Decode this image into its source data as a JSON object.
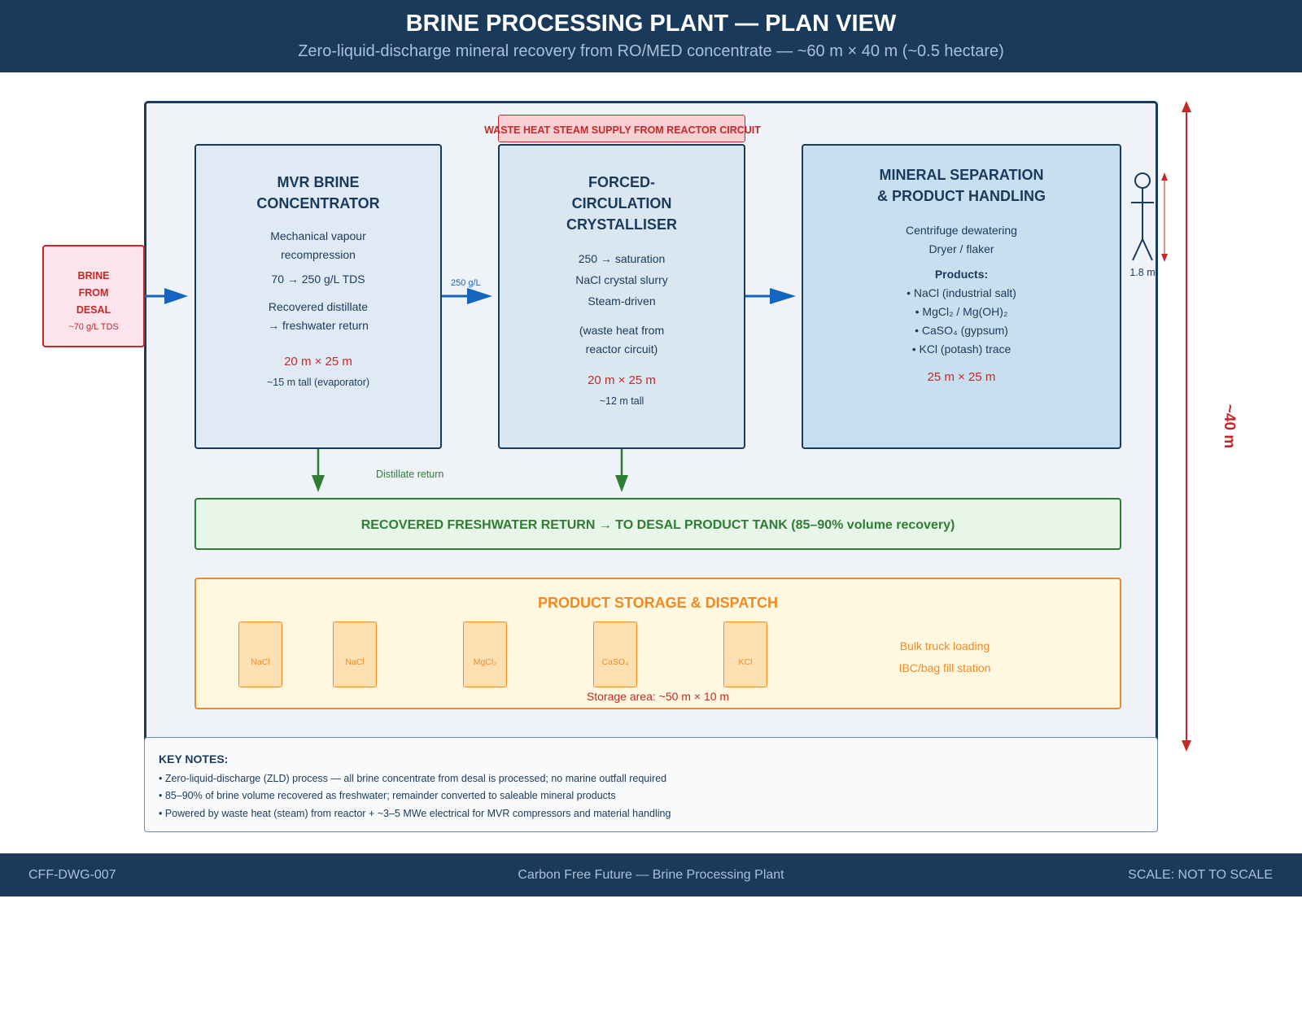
{
  "header": {
    "title": "BRINE PROCESSING PLANT — PLAN VIEW",
    "subtitle": "Zero-liquid-discharge mineral recovery from RO/MED concentrate — ~60 m × 40 m (~0.5 hectare)"
  },
  "steam_supply": "WASTE HEAT STEAM SUPPLY FROM REACTOR CIRCUIT",
  "brine_input": {
    "lines": [
      "BRINE",
      "FROM",
      "DESAL"
    ],
    "tds": "~70 g/L TDS"
  },
  "mvr": {
    "title_lines": [
      "MVR BRINE",
      "CONCENTRATOR"
    ],
    "desc_lines": [
      "Mechanical vapour",
      "recompression"
    ],
    "tds": "70 → 250 g/L TDS",
    "distillate_lines": [
      "Recovered distillate",
      "→ freshwater return"
    ],
    "footprint": "20 m × 25 m",
    "height": "~15 m tall (evaporator)"
  },
  "flow_label_250": "250 g/L",
  "crystalliser": {
    "title_lines": [
      "FORCED-",
      "CIRCULATION",
      "CRYSTALLISER"
    ],
    "lines": [
      "250 → saturation",
      "NaCl crystal slurry",
      "Steam-driven"
    ],
    "heat_lines": [
      "(waste heat from",
      "reactor circuit)"
    ],
    "footprint": "20 m × 25 m",
    "height": "~12 m tall"
  },
  "mineral_sep": {
    "title_lines": [
      "MINERAL SEPARATION",
      "& PRODUCT HANDLING"
    ],
    "lines": [
      "Centrifuge dewatering",
      "Dryer / flaker"
    ],
    "products_label": "Products:",
    "products": [
      "• NaCl (industrial salt)",
      "• MgCl₂ / Mg(OH)₂",
      "• CaSO₄ (gypsum)",
      "• KCl (potash) trace"
    ],
    "footprint": "25 m × 25 m"
  },
  "distillate_return_label": "Distillate return",
  "freshwater_return": "RECOVERED FRESHWATER RETURN → TO DESAL PRODUCT TANK (85–90% volume recovery)",
  "storage": {
    "title": "PRODUCT STORAGE & DISPATCH",
    "silos": [
      "NaCl",
      "NaCl",
      "MgCl₂",
      "CaSO₄",
      "KCl"
    ],
    "side_lines": [
      "Bulk truck loading",
      "IBC/bag fill station"
    ],
    "area": "Storage area: ~50 m × 10 m"
  },
  "scale_person": "1.8 m",
  "dimension_depth": "~40 m",
  "key_notes": {
    "title": "KEY NOTES:",
    "items": [
      "• Zero-liquid-discharge (ZLD) process — all brine concentrate from desal is processed; no marine outfall required",
      "• 85–90% of brine volume recovered as freshwater; remainder converted to saleable mineral products",
      "• Powered by waste heat (steam) from reactor + ~3–5 MWe electrical for MVR compressors and material handling"
    ]
  },
  "footer": {
    "left": "CFF-DWG-007",
    "center": "Carbon Free Future — Brine Processing Plant",
    "right": "SCALE: NOT TO SCALE"
  },
  "colors": {
    "navy": "#1a3a5c",
    "red": "#c62828",
    "green": "#2e7d32",
    "orange": "#f08a24",
    "flow_blue": "#1565c0"
  }
}
